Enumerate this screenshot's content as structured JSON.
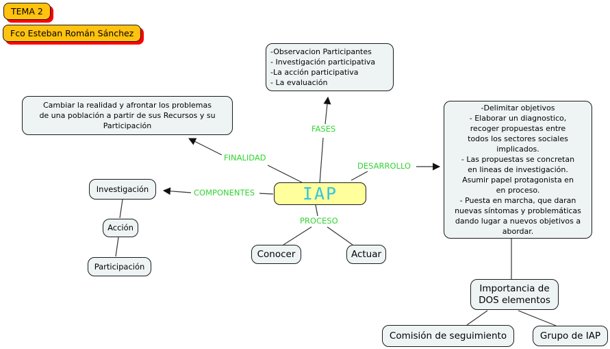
{
  "badges": {
    "tema": "TEMA 2",
    "author": "Fco Esteban Román Sánchez"
  },
  "center_node": {
    "label": "IAP"
  },
  "edge_labels": {
    "fases": "FASES",
    "finalidad": "FINALIDAD",
    "desarrollo": "DESARROLLO",
    "componentes": "COMPONENTES",
    "proceso": "PROCESO"
  },
  "nodes": {
    "fases_detail": "-Observacion Participantes\n- Investigación participativa\n-La acción participativa\n- La evaluación",
    "finalidad_detail": "Cambiar la realidad y afrontar los problemas\nde una población a partir de sus Recursos y su\nParticipación",
    "desarrollo_detail": "-Delimitar objetivos\n- Elaborar un diagnostico,\nrecoger propuestas entre\ntodos los sectores sociales\nimplicados.\n- Las propuestas se concretan\nen lineas de investigación.\nAsumir papel protagonista en\nen proceso.\n- Puesta en marcha, que daran\nnuevas síntomas y problemáticas\ndando lugar a nuevos objetivos a\nabordar.",
    "investigacion": "Investigación",
    "accion": "Acción",
    "participacion": "Participación",
    "conocer": "Conocer",
    "actuar": "Actuar",
    "importancia": "Importancia de\nDOS elementos",
    "comision": "Comisión de seguimiento",
    "grupo": "Grupo de IAP"
  },
  "colors": {
    "node_fill": "#eef3f4",
    "node_border": "#1a1a1a",
    "center_fill": "#ffff9c",
    "center_text": "#35c4e0",
    "edge_label_green": "#33d433",
    "badge_fill": "#ffc20e",
    "badge_shadow": "#ff0000",
    "line": "#333333",
    "background": "#ffffff"
  }
}
